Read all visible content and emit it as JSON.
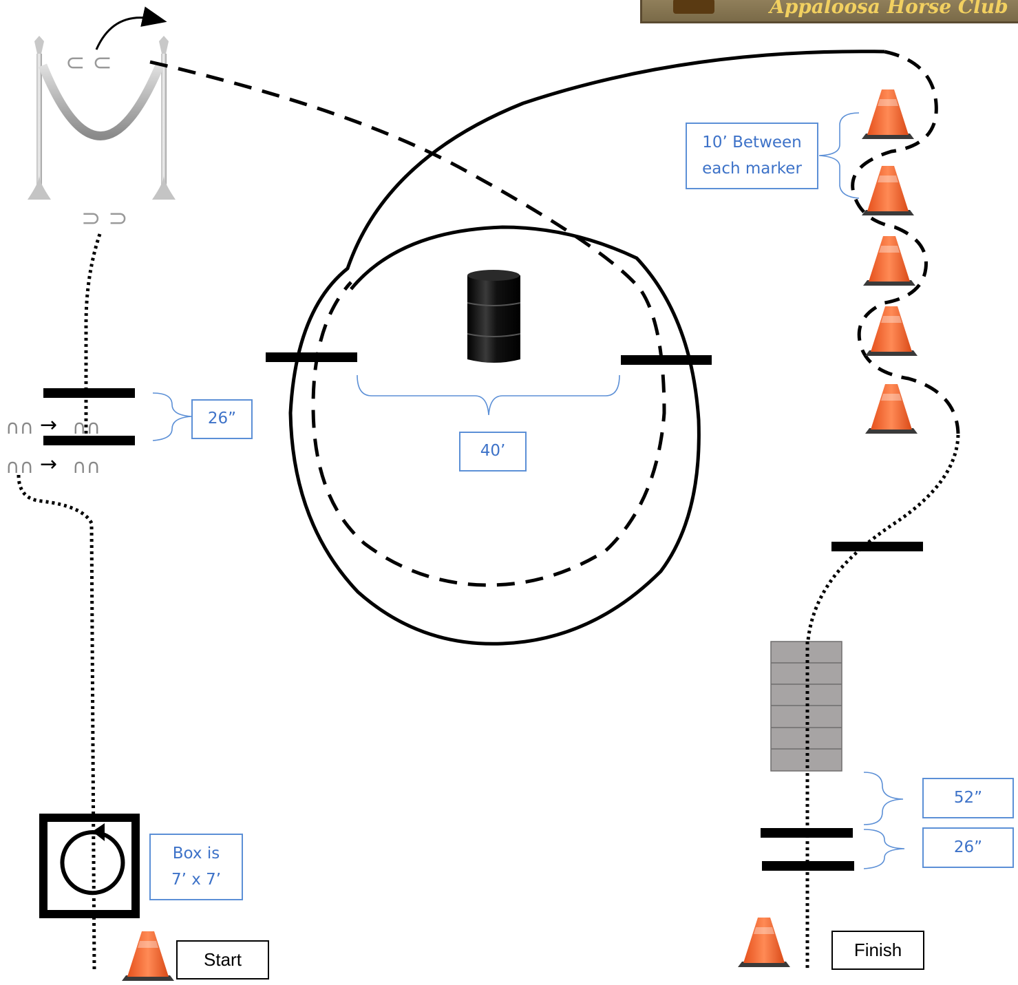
{
  "logo": {
    "text": "Appaloosa Horse Club"
  },
  "labels": {
    "markers_spacing": [
      "10’ Between",
      "each marker"
    ],
    "gate_width_left": "26”",
    "circle_diameter": "40’",
    "box_size": [
      "Box is",
      "7’ x 7’"
    ],
    "bridge_gap": "52”",
    "gate_width_right": "26”",
    "start": "Start",
    "finish": "Finish"
  },
  "icons": {
    "horseshoe_glyph": "∩∩",
    "horseshoe_down_glyph": "⊂ ⊂",
    "horseshoe_up_glyph": "⊃ ⊃",
    "arrow_glyph": "→"
  },
  "colors": {
    "label_text": "#3d72c8",
    "label_border": "#5b8fd6",
    "cone_orange": "#f0602a",
    "bridge_gray": "#a7a4a4",
    "path_black": "#000000"
  }
}
